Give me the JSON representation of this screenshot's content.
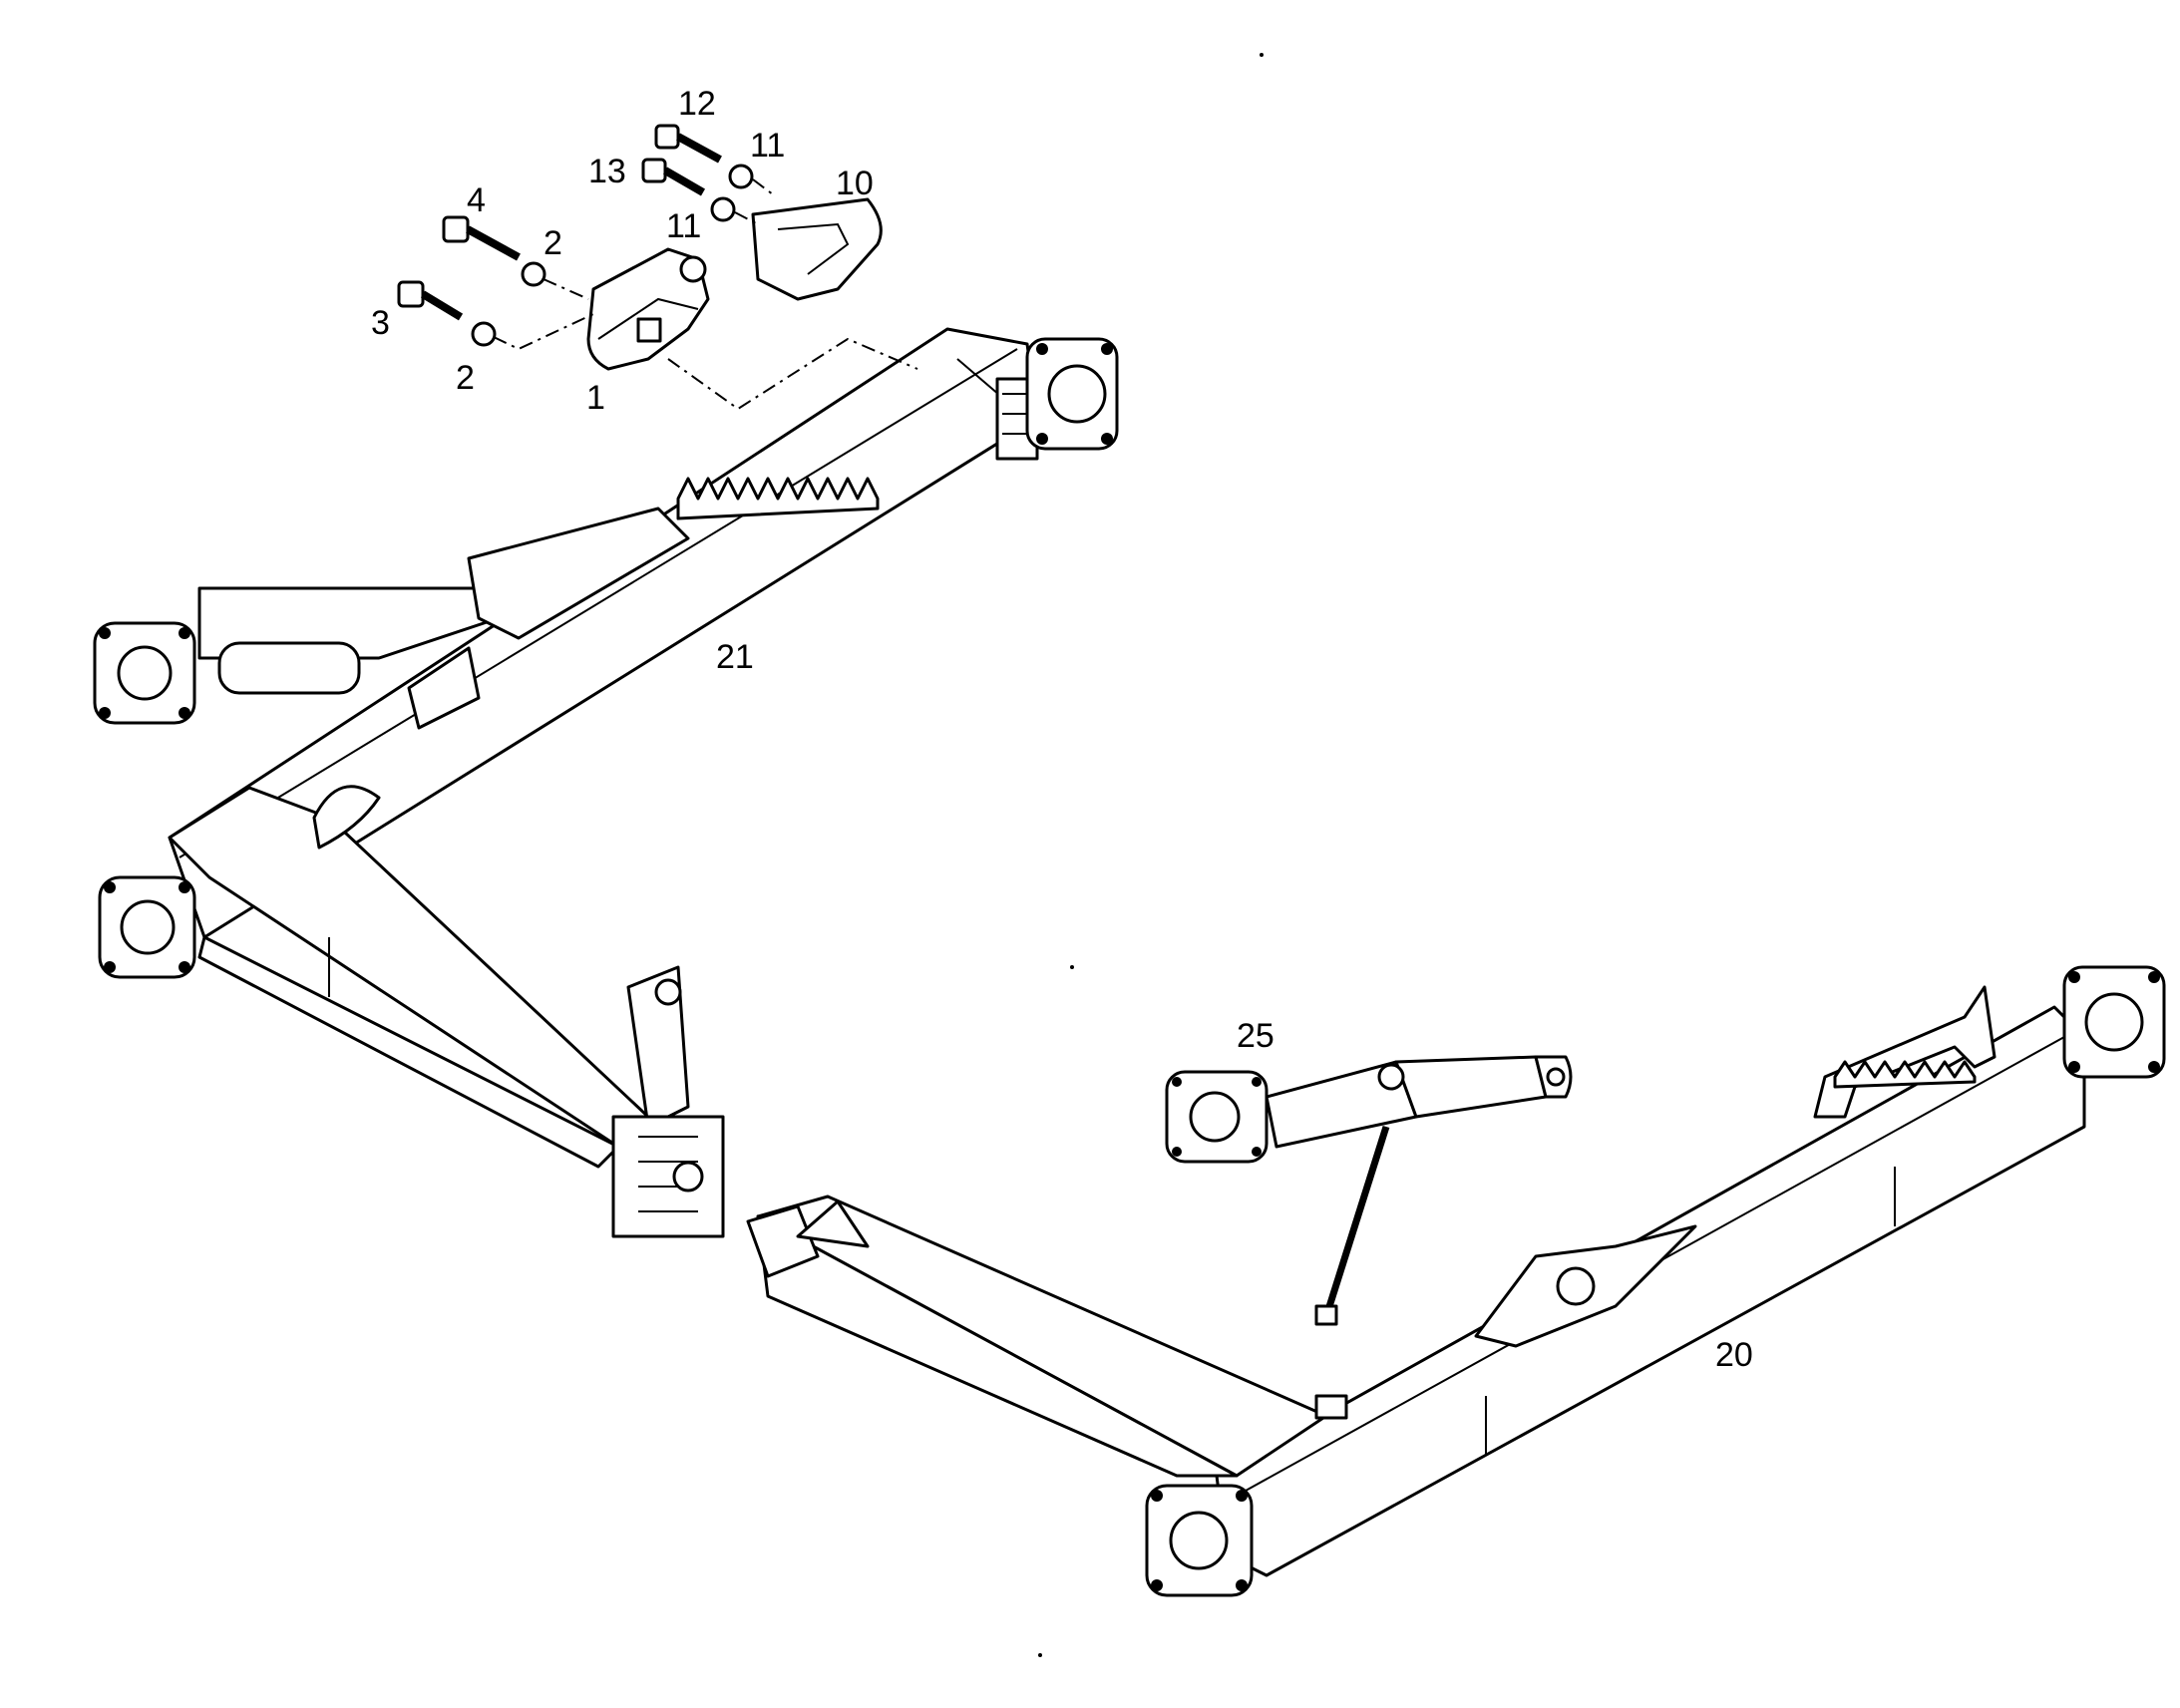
{
  "callouts": {
    "c1": "1",
    "c2a": "2",
    "c2b": "2",
    "c3": "3",
    "c4": "4",
    "c10": "10",
    "c11a": "11",
    "c11b": "11",
    "c12": "12",
    "c13": "13",
    "c20": "20",
    "c21": "21",
    "c25": "25"
  },
  "colors": {
    "line": "#000000",
    "background": "#ffffff"
  }
}
